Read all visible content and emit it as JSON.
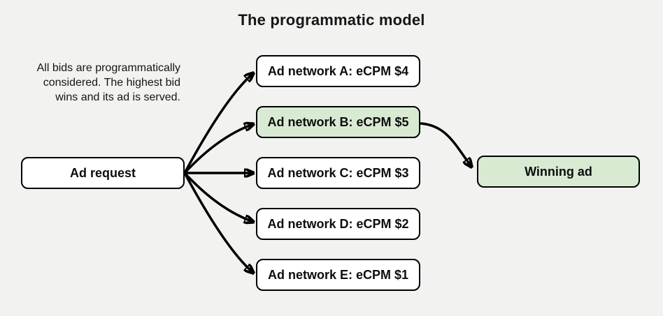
{
  "title": "The programmatic model",
  "note": {
    "lines": [
      "All bids are programmatically",
      "considered. The highest bid",
      "wins and its ad is served."
    ]
  },
  "nodes": {
    "ad_request": {
      "label": "Ad request",
      "highlighted": false
    },
    "networks": [
      {
        "label": "Ad network A: eCPM $4",
        "highlighted": false
      },
      {
        "label": "Ad network B: eCPM $5",
        "highlighted": true
      },
      {
        "label": "Ad network C: eCPM $3",
        "highlighted": false
      },
      {
        "label": "Ad network D: eCPM $2",
        "highlighted": false
      },
      {
        "label": "Ad network E: eCPM $1",
        "highlighted": false
      }
    ],
    "winning_ad": {
      "label": "Winning ad",
      "highlighted": true
    }
  },
  "colors": {
    "background": "#f2f3f1",
    "box_fill": "#ffffff",
    "highlight_fill": "#d9ead3",
    "border": "#000000",
    "arrow": "#000000",
    "text": "#111111"
  }
}
